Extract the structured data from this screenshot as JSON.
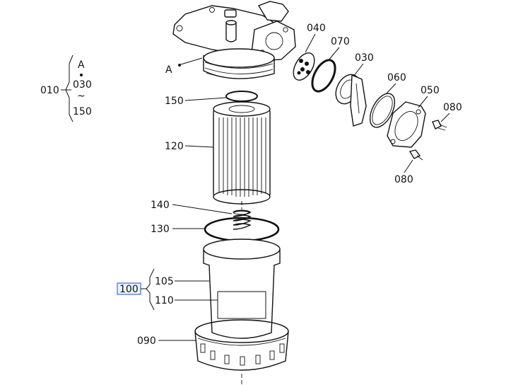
{
  "labels": {
    "l010": "010",
    "l030_range": "030",
    "lA_top": "A",
    "tilde": "~",
    "l150_range": "150",
    "lA": "A",
    "l040": "040",
    "l070": "070",
    "l030": "030",
    "l060": "060",
    "l050": "050",
    "l080a": "080",
    "l080b": "080",
    "l150": "150",
    "l120": "120",
    "l140": "140",
    "l130": "130",
    "l100": "100",
    "l105": "105",
    "l110": "110",
    "l090": "090"
  },
  "highlight_color": "#3a6fd8"
}
